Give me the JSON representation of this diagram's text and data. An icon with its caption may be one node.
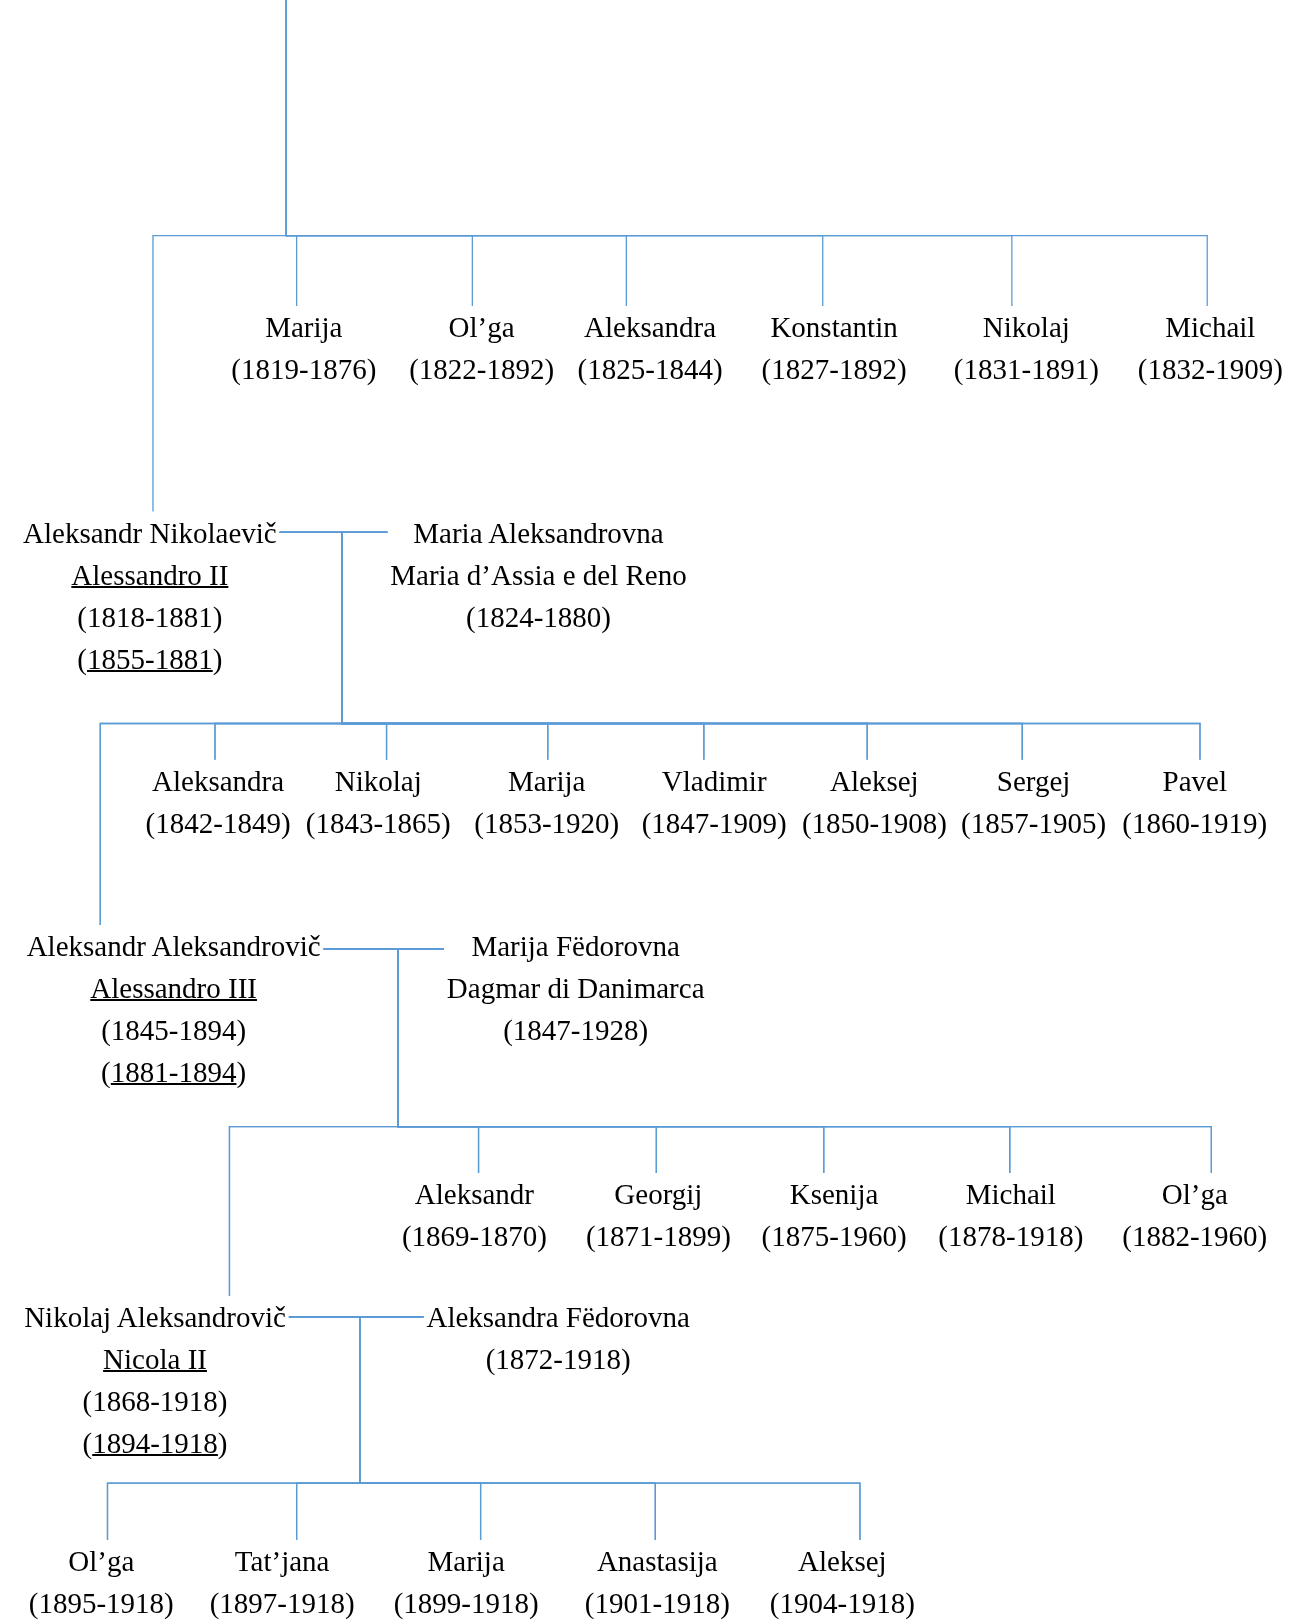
{
  "diagram": {
    "nodes": [
      {
        "text": [
          "Marija",
          "(1819-1876)"
        ]
      },
      {
        "text": [
          "Ol’ga",
          "(1822-1892)"
        ]
      },
      {
        "text": [
          "Aleksandra",
          "(1825-1844)"
        ]
      },
      {
        "text": [
          "Konstantin",
          "(1827-1892)"
        ]
      },
      {
        "text": [
          "Nikolaj",
          "(1831-1891)"
        ]
      },
      {
        "text": [
          "Michail",
          "(1832-1909)"
        ]
      },
      {
        "text": [
          "Aleksandr Nikolaevič",
          "Alessandro II",
          "(1818-1881)",
          "(1855-1881)"
        ]
      },
      {
        "text": [
          "Maria Aleksandrovna",
          "Maria d’Assia e del Reno",
          "(1824-1880)"
        ]
      },
      {
        "text": [
          "Aleksandra",
          "(1842-1849)"
        ]
      },
      {
        "text": [
          "Nikolaj",
          "(1843-1865)"
        ]
      },
      {
        "text": [
          "Marija",
          "(1853-1920)"
        ]
      },
      {
        "text": [
          "Vladimir",
          "(1847-1909)"
        ]
      },
      {
        "text": [
          "Aleksej",
          "(1850-1908)"
        ]
      },
      {
        "text": [
          "Sergej",
          "(1857-1905)"
        ]
      },
      {
        "text": [
          "Pavel",
          "(1860-1919)"
        ]
      },
      {
        "text": [
          "Aleksandr Aleksandrovič",
          "Alessandro III",
          "(1845-1894)",
          "(1881-1894)"
        ]
      },
      {
        "text": [
          "Marija Fëdorovna",
          "Dagmar di Danimarca",
          "(1847-1928)"
        ]
      },
      {
        "text": [
          "Aleksandr",
          "(1869-1870)"
        ]
      },
      {
        "text": [
          "Georgij",
          "(1871-1899)"
        ]
      },
      {
        "text": [
          "Ksenija",
          "(1875-1960)"
        ]
      },
      {
        "text": [
          "Michail",
          "(1878-1918)"
        ]
      },
      {
        "text": [
          "Ol’ga",
          "(1882-1960)"
        ]
      },
      {
        "text": [
          "Nikolaj Aleksandrovič",
          "Nicola II",
          "(1868-1918)",
          "(1894-1918)"
        ]
      },
      {
        "text": [
          "Aleksandra Fëdorovna",
          "(1872-1918)"
        ]
      },
      {
        "text": [
          "Ol’ga",
          "(1895-1918)"
        ]
      },
      {
        "text": [
          "Tat’jana",
          "(1897-1918)"
        ]
      },
      {
        "text": [
          "Marija",
          "(1899-1918)"
        ]
      },
      {
        "text": [
          "Anastasija",
          "(1901-1918)"
        ]
      },
      {
        "text": [
          "Aleksej",
          "(1904-1918)"
        ]
      }
    ],
    "edges": [
      {
        "from": null,
        "to": 0,
        "arrow": "none"
      },
      {
        "from": null,
        "to": 1,
        "arrow": "none"
      },
      {
        "from": null,
        "to": 2,
        "arrow": "none"
      },
      {
        "from": null,
        "to": 3,
        "arrow": "none"
      },
      {
        "from": null,
        "to": 4,
        "arrow": "none"
      },
      {
        "from": null,
        "to": 5,
        "arrow": "none"
      },
      {
        "from": null,
        "to": 6,
        "arrow": "none"
      },
      {
        "from": 6,
        "to": 7,
        "arrow": "none"
      },
      {
        "from": 6,
        "to": 8,
        "arrow": "none"
      },
      {
        "from": 6,
        "to": 9,
        "arrow": "none"
      },
      {
        "from": 6,
        "to": 10,
        "arrow": "none"
      },
      {
        "from": 6,
        "to": 11,
        "arrow": "none"
      },
      {
        "from": 6,
        "to": 12,
        "arrow": "none"
      },
      {
        "from": 6,
        "to": 13,
        "arrow": "none"
      },
      {
        "from": 6,
        "to": 14,
        "arrow": "none"
      },
      {
        "from": 6,
        "to": 15,
        "arrow": "none"
      },
      {
        "from": 7,
        "to": 8,
        "arrow": "none"
      },
      {
        "from": 7,
        "to": 9,
        "arrow": "none"
      },
      {
        "from": 7,
        "to": 10,
        "arrow": "none"
      },
      {
        "from": 7,
        "to": 11,
        "arrow": "none"
      },
      {
        "from": 7,
        "to": 12,
        "arrow": "none"
      },
      {
        "from": 7,
        "to": 13,
        "arrow": "none"
      },
      {
        "from": 7,
        "to": 14,
        "arrow": "none"
      },
      {
        "from": 7,
        "to": 15,
        "arrow": "none"
      },
      {
        "from": 15,
        "to": 16,
        "arrow": "none"
      },
      {
        "from": 15,
        "to": 17,
        "arrow": "none"
      },
      {
        "from": 15,
        "to": 18,
        "arrow": "none"
      },
      {
        "from": 15,
        "to": 19,
        "arrow": "none"
      },
      {
        "from": 15,
        "to": 20,
        "arrow": "none"
      },
      {
        "from": 15,
        "to": 21,
        "arrow": "none"
      },
      {
        "from": 15,
        "to": 22,
        "arrow": "none"
      },
      {
        "from": 16,
        "to": 17,
        "arrow": "none"
      },
      {
        "from": 16,
        "to": 18,
        "arrow": "none"
      },
      {
        "from": 16,
        "to": 19,
        "arrow": "none"
      },
      {
        "from": 16,
        "to": 20,
        "arrow": "none"
      },
      {
        "from": 16,
        "to": 21,
        "arrow": "none"
      },
      {
        "from": 16,
        "to": 22,
        "arrow": "none"
      },
      {
        "from": 22,
        "to": 23,
        "arrow": "none"
      },
      {
        "from": 22,
        "to": 24,
        "arrow": "none"
      },
      {
        "from": 22,
        "to": 25,
        "arrow": "none"
      },
      {
        "from": 22,
        "to": 26,
        "arrow": "none"
      },
      {
        "from": 22,
        "to": 27,
        "arrow": "none"
      },
      {
        "from": 22,
        "to": 28,
        "arrow": "none"
      },
      {
        "from": 23,
        "to": 24,
        "arrow": "none"
      },
      {
        "from": 23,
        "to": 25,
        "arrow": "none"
      },
      {
        "from": 23,
        "to": 26,
        "arrow": "none"
      },
      {
        "from": 23,
        "to": 27,
        "arrow": "none"
      },
      {
        "from": 23,
        "to": 28,
        "arrow": "none"
      }
    ]
  }
}
